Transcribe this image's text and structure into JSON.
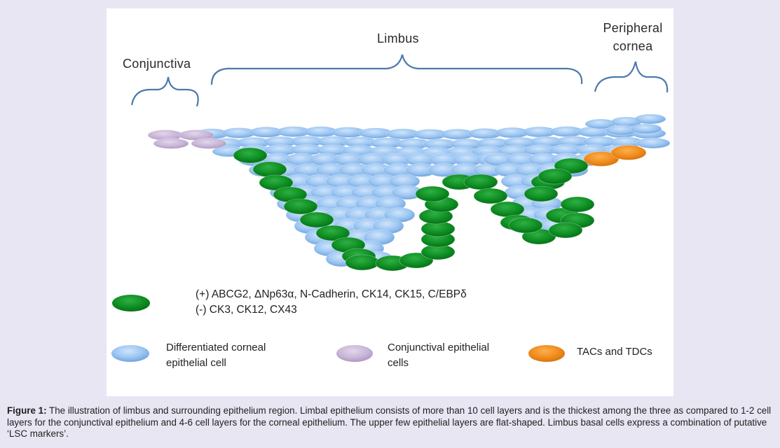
{
  "regions": {
    "conjunctiva": "Conjunctiva",
    "limbus": "Limbus",
    "peripheral_cornea_line1": "Peripheral",
    "peripheral_cornea_line2": "cornea"
  },
  "legend": {
    "stem_markers_positive": "(+) ABCG2, ΔNp63α, N-Cadherin, CK14, CK15, C/EBPδ",
    "stem_markers_negative": "(-) CK3, CK12, CX43",
    "differentiated_line1": "Differentiated corneal",
    "differentiated_line2": "epithelial cell",
    "conjunctival_line1": "Conjunctival epithelial",
    "conjunctival_line2": "cells",
    "tacs": "TACs and TDCs"
  },
  "caption": {
    "label": "Figure 1:",
    "text": " The illustration of limbus and surrounding epithelium region. Limbal epithelium consists of more than 10 cell layers and is the thickest among the three as compared to 1-2 cell layers for the conjunctival epithelium and 4-6 cell layers for the corneal epithelium. The upper few epithelial layers are flat-shaped. Limbus basal cells express a combination of putative ‘LSC markers’."
  },
  "colors": {
    "stem_cell_green": "#0a8a1e",
    "corneal_blue": "#8fbdf0",
    "conjunctival_lilac": "#c9b8d6",
    "tac_orange": "#ef8a1c",
    "brace": "#4e79ad"
  }
}
